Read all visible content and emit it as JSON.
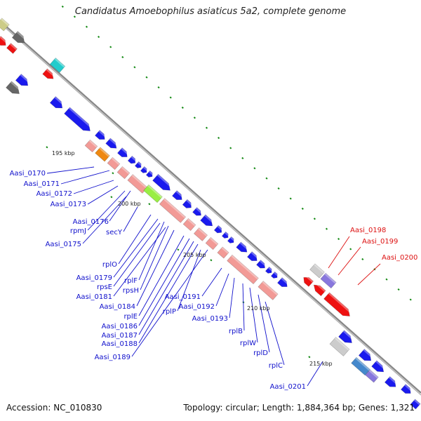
{
  "title": "Candidatus Amoebophilus asiaticus 5a2, complete genome",
  "footer": {
    "accession": "Accession: NC_010830",
    "summary": "Topology: circular; Length: 1,884,364 bp; Genes: 1,321"
  },
  "scale_ticks": [
    "195 kbp",
    "200 kbp",
    "205 kbp",
    "210 kbp",
    "215 kbp"
  ],
  "gene_labels_blue": [
    "Aasi_0170",
    "Aasi_0171",
    "Aasi_0172",
    "Aasi_0173",
    "Aasi_0176",
    "rpmJ",
    "Aasi_0175",
    "secY",
    "rplO",
    "Aasi_0179",
    "rplF",
    "rpsE",
    "rpsH",
    "Aasi_0181",
    "Aasi_0184",
    "rplE",
    "rplP",
    "Aasi_0186",
    "Aasi_0187",
    "Aasi_0188",
    "Aasi_0189",
    "Aasi_0191",
    "Aasi_0192",
    "Aasi_0193",
    "rplB",
    "rplW",
    "rplD",
    "rplC",
    "Aasi_0201"
  ],
  "gene_labels_red": [
    "Aasi_0198",
    "Aasi_0199",
    "Aasi_0200"
  ],
  "colors": {
    "blue_gene": "#1a1aee",
    "salmon_gene": "#f29a96",
    "red_gene": "#ee1111",
    "orange_gene": "#ee8811",
    "green_gene": "#99ee44",
    "grey_gene": "#666666",
    "light_grey_gene": "#cccccc",
    "cyan_gene": "#22cccc",
    "olive_gene": "#cccc88",
    "steel_blue_gene": "#4488cc",
    "lavender_gene": "#8877dd",
    "backbone": "#888888",
    "tick_green": "#118811",
    "blue_label": "#1010cc",
    "red_label": "#dd1111"
  }
}
